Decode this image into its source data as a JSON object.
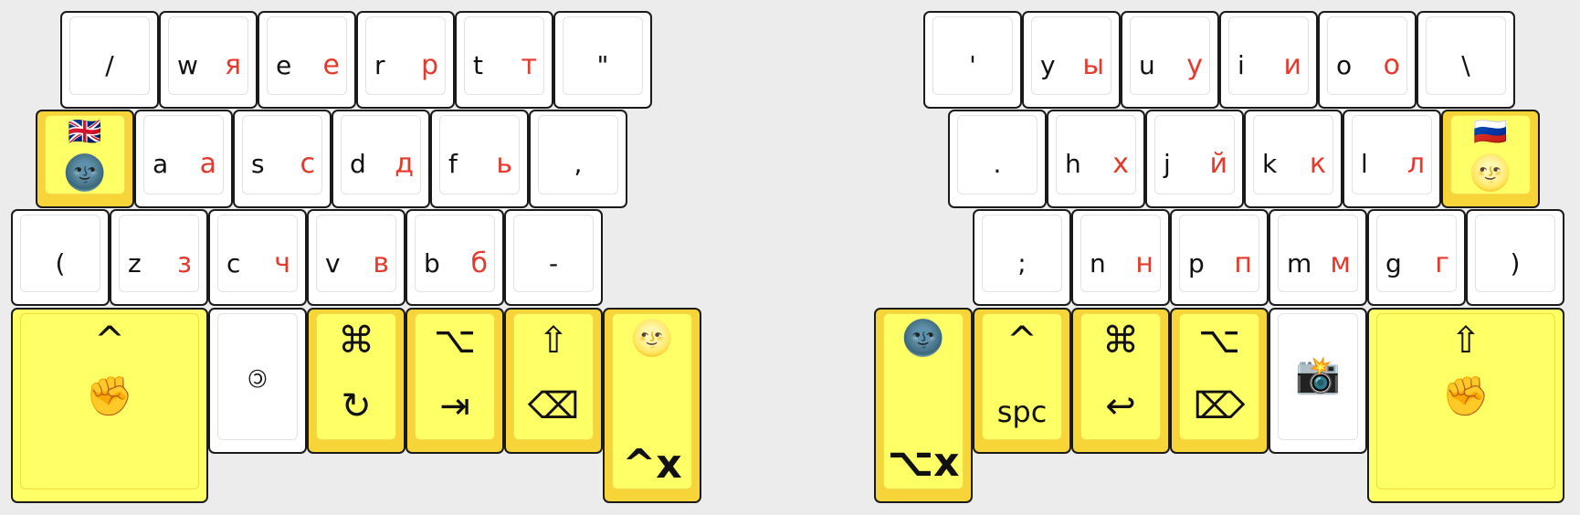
{
  "left": {
    "row1": [
      {
        "main": "/"
      },
      {
        "en": "w",
        "ru": "я"
      },
      {
        "en": "e",
        "ru": "е"
      },
      {
        "en": "r",
        "ru": "р"
      },
      {
        "en": "t",
        "ru": "т"
      },
      {
        "main": "\""
      }
    ],
    "row2": [
      {
        "en": "a",
        "ru": "а"
      },
      {
        "en": "s",
        "ru": "с"
      },
      {
        "en": "d",
        "ru": "д"
      },
      {
        "en": "f",
        "ru": "ь"
      },
      {
        "main": ","
      }
    ],
    "row3": [
      {
        "main": "("
      },
      {
        "en": "z",
        "ru": "з"
      },
      {
        "en": "c",
        "ru": "ч"
      },
      {
        "en": "v",
        "ru": "в"
      },
      {
        "en": "b",
        "ru": "б"
      },
      {
        "main": "-"
      }
    ],
    "layer_key": {
      "top": "🇬🇧",
      "bottom": "🌚"
    },
    "thumbs": {
      "ctrl": {
        "top": "^",
        "bottom": "✊"
      },
      "lang": {
        "main": "🄯"
      },
      "cmd": {
        "top": "⌘",
        "bottom": "↻"
      },
      "opt": {
        "top": "⌥",
        "bottom": "⇥"
      },
      "shift": {
        "top": "⇧",
        "bottom": "⌫"
      },
      "moon": {
        "top": "🌝",
        "bottom": "^x"
      }
    }
  },
  "right": {
    "row1": [
      {
        "main": "'"
      },
      {
        "en": "y",
        "ru": "ы"
      },
      {
        "en": "u",
        "ru": "у"
      },
      {
        "en": "i",
        "ru": "и"
      },
      {
        "en": "o",
        "ru": "о"
      },
      {
        "main": "\\"
      }
    ],
    "row2": [
      {
        "main": "."
      },
      {
        "en": "h",
        "ru": "х"
      },
      {
        "en": "j",
        "ru": "й"
      },
      {
        "en": "k",
        "ru": "к"
      },
      {
        "en": "l",
        "ru": "л"
      }
    ],
    "row3": [
      {
        "main": ";"
      },
      {
        "en": "n",
        "ru": "н"
      },
      {
        "en": "p",
        "ru": "п"
      },
      {
        "en": "m",
        "ru": "м"
      },
      {
        "en": "g",
        "ru": "г"
      },
      {
        "main": ")"
      }
    ],
    "layer_key": {
      "top": "🇷🇺",
      "bottom": "🌝"
    },
    "thumbs": {
      "moon": {
        "top": "🌚",
        "bottom": "⌥x"
      },
      "ctrl": {
        "top": "^",
        "bottom": "spc"
      },
      "cmd": {
        "top": "⌘",
        "bottom": "↩"
      },
      "opt": {
        "top": "⌥",
        "bottom": "⌦"
      },
      "camera": {
        "main": "📸"
      },
      "shift": {
        "top": "⇧",
        "bottom": "✊"
      }
    }
  },
  "colors": {
    "russian": "#e6392b",
    "yellow": "#ffff66",
    "dark_yellow": "#f7d437"
  }
}
